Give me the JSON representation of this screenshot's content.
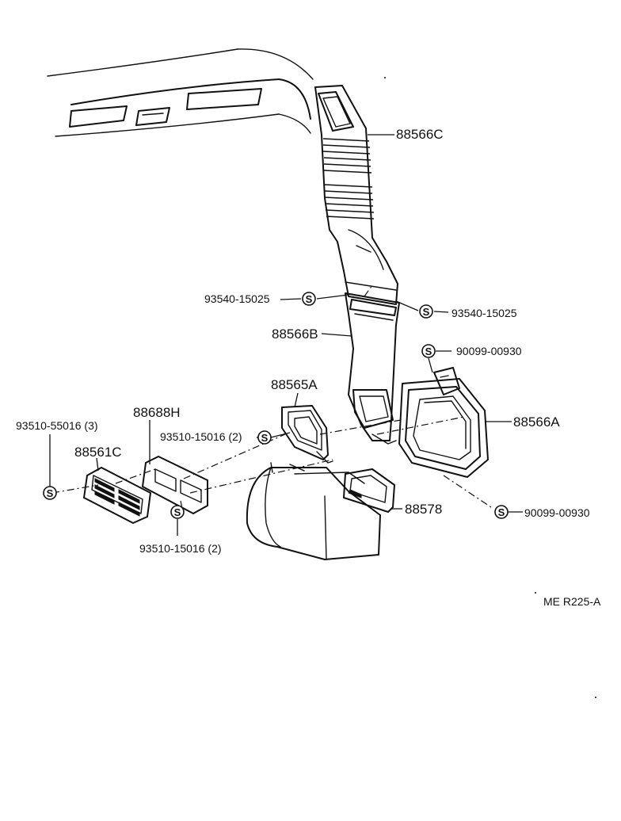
{
  "labels": {
    "p88566C": "88566C",
    "p93540_left": "93540-15025",
    "p93540_right": "93540-15025",
    "p88566B": "88566B",
    "p90099_top": "90099-00930",
    "p88565A": "88565A",
    "p88566A": "88566A",
    "p93510_55016": "93510-55016 (3)",
    "p88688H": "88688H",
    "p93510_15016_mid": "93510-15016 (2)",
    "p88561C": "88561C",
    "p88578": "88578",
    "p90099_bottom": "90099-00930",
    "p93510_15016_bottom": "93510-15016 (2)",
    "ref_code": "ME R225-A"
  },
  "symbol_letter": "S"
}
